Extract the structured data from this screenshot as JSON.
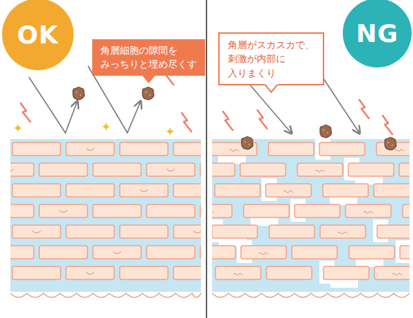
{
  "diagram": {
    "nodes": [
      {
        "text": [
          "OK"
        ]
      },
      {
        "text": [
          "角層細胞の隙間を みっちりと埋め尽くす"
        ]
      },
      {
        "text": [
          "角層がスカスカで、 刺激が内部に 入りまくり"
        ]
      },
      {
        "text": [
          "NG"
        ]
      }
    ]
  }
}
